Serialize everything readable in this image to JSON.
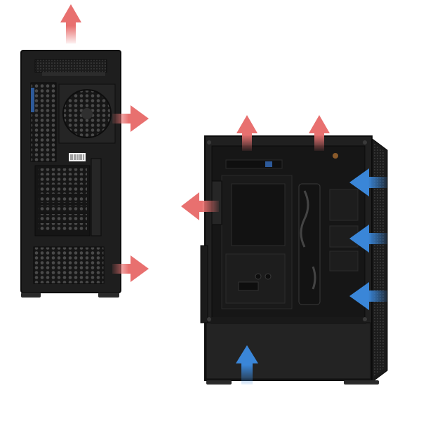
{
  "scene": {
    "background": "#ffffff",
    "subjects": [
      "pc-case-rear-view",
      "pc-case-side-view"
    ]
  },
  "colors": {
    "case_body": "#1e1e1e",
    "case_dark": "#111111",
    "case_panel": "#2a2a2a",
    "exhaust_arrow": "#e8706f",
    "intake_arrow": "#3a86d8",
    "label_white": "#f2f2f2"
  },
  "airflow": {
    "exhaust_arrow_count": 6,
    "intake_arrow_count": 4,
    "exhaust_color_name": "red",
    "intake_color_name": "blue"
  },
  "icons": {
    "exhaust": "arrow-exhaust-icon",
    "intake": "arrow-intake-icon",
    "fan": "fan-icon"
  }
}
